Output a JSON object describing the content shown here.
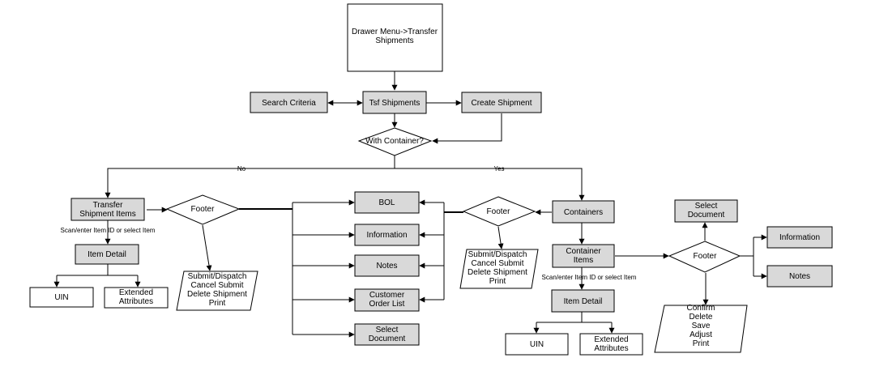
{
  "nodes": {
    "drawer_menu": {
      "lines": [
        "Drawer Menu->Transfer",
        "Shipments"
      ]
    },
    "search_criteria": {
      "lines": [
        "Search Criteria"
      ]
    },
    "tsf_shipments": {
      "lines": [
        "Tsf Shipments"
      ]
    },
    "create_shipment": {
      "lines": [
        "Create Shipment"
      ]
    },
    "with_container": {
      "lines": [
        "With Container?"
      ]
    },
    "transfer_shipment_items": {
      "lines": [
        "Transfer",
        "Shipment Items"
      ]
    },
    "footer_left": {
      "lines": [
        "Footer"
      ]
    },
    "item_detail_left": {
      "lines": [
        "Item Detail"
      ]
    },
    "uin_left": {
      "lines": [
        "UIN"
      ]
    },
    "extended_attributes_left": {
      "lines": [
        "Extended",
        "Attributes"
      ]
    },
    "actions_left": {
      "lines": [
        "Submit/Dispatch",
        "Cancel Submit",
        "Delete Shipment",
        "Print"
      ]
    },
    "bol": {
      "lines": [
        "BOL"
      ]
    },
    "information_mid": {
      "lines": [
        "Information"
      ]
    },
    "notes_mid": {
      "lines": [
        "Notes"
      ]
    },
    "customer_order_list": {
      "lines": [
        "Customer",
        "Order List"
      ]
    },
    "select_document_mid": {
      "lines": [
        "Select",
        "Document"
      ]
    },
    "footer_mid": {
      "lines": [
        "Footer"
      ]
    },
    "actions_mid": {
      "lines": [
        "Submit/Dispatch",
        "Cancel Submit",
        "Delete Shipment",
        "Print"
      ]
    },
    "containers": {
      "lines": [
        "Containers"
      ]
    },
    "container_items": {
      "lines": [
        "Container",
        "Items"
      ]
    },
    "item_detail_right": {
      "lines": [
        "Item Detail"
      ]
    },
    "uin_right": {
      "lines": [
        "UIN"
      ]
    },
    "extended_attributes_right": {
      "lines": [
        "Extended",
        "Attributes"
      ]
    },
    "footer_right": {
      "lines": [
        "Footer"
      ]
    },
    "select_document_right": {
      "lines": [
        "Select",
        "Document"
      ]
    },
    "information_right": {
      "lines": [
        "Information"
      ]
    },
    "notes_right": {
      "lines": [
        "Notes"
      ]
    },
    "actions_right": {
      "lines": [
        "Confirm",
        "Delete",
        "Save",
        "Adjust",
        "Print"
      ]
    }
  },
  "edge_labels": {
    "no": "No",
    "yes": "Yes",
    "scan_left": "Scan/enter Item ID or select Item",
    "scan_right": "Scan/enter Item ID or select Item"
  },
  "colors": {
    "box_fill": "#d9d9d9",
    "line": "#000000"
  }
}
